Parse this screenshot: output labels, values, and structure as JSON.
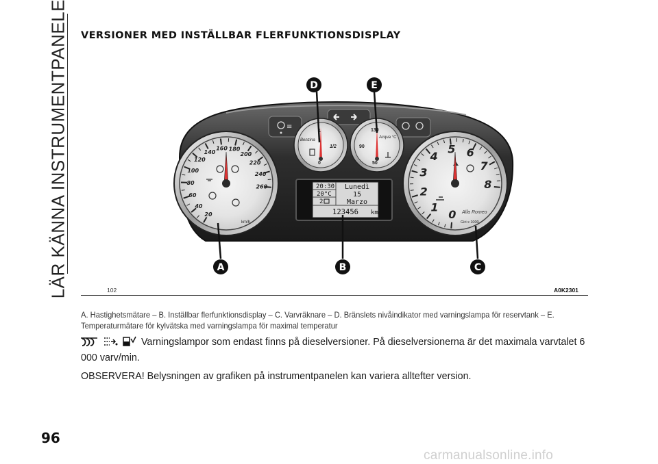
{
  "side_title": "LÄR KÄNNA INSTRUMENTPANELEN",
  "section_heading": "VERSIONER MED INSTÄLLBAR FLERFUNKTIONSDISPLAY",
  "figure": {
    "callouts": [
      "A",
      "B",
      "C",
      "D",
      "E"
    ],
    "speedometer": {
      "labels": [
        "20",
        "40",
        "60",
        "80",
        "100",
        "120",
        "140",
        "160",
        "180",
        "200",
        "220",
        "240",
        "260"
      ],
      "unit": "km/h"
    },
    "tachometer": {
      "labels": [
        "0",
        "1",
        "2",
        "3",
        "4",
        "5",
        "6",
        "7",
        "8"
      ],
      "unit": "Giri x 1000",
      "brand": "Alfa Romeo"
    },
    "fuel_gauge": {
      "name": "Benzina",
      "labels": [
        "0",
        "1/2",
        "1"
      ]
    },
    "temp_gauge": {
      "name": "Acqua °C",
      "labels": [
        "50",
        "90",
        "130"
      ]
    },
    "display": {
      "time": "20:30",
      "temperature": "20°C",
      "gear": "2",
      "day": "Lunedì",
      "date": "15",
      "month": "Marzo",
      "odometer": "123456",
      "odometer_unit": "km"
    },
    "figure_number": "102",
    "figure_code": "A0K2301"
  },
  "caption": "A. Hastighetsmätare – B. Inställbar flerfunktionsdisplay – C. Varvräknare – D. Bränslets nivåindikator med varningslampa för reservtank – E. Temperaturmätare för kylvätska med varningslampa för maximal temperatur",
  "note_icons": [
    "glow-plug-icon",
    "diesel-filter-water-icon",
    "fuel-water-icon"
  ],
  "note": "Varningslampor som endast finns på dieselversioner. På dieselversionerna är det maximala varvtalet 6 000 varv/min.",
  "remark": "OBSERVERA! Belysningen av grafiken på instrumentpanelen kan variera alltefter version.",
  "page_number": "96",
  "watermark": "carmanualsonline.info"
}
